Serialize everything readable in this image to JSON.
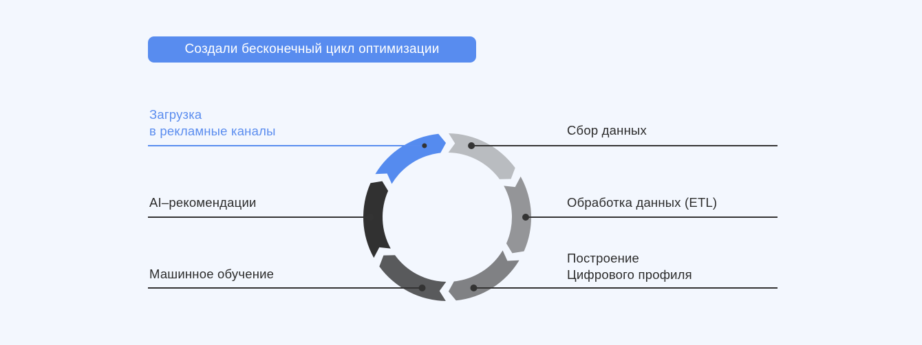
{
  "title": "Создали бесконечный цикл оптимизации",
  "colors": {
    "accent": "#588cef",
    "line": "#333333",
    "background": "#f3f7fe"
  },
  "stages": [
    {
      "lines": [
        "Сбор данных"
      ],
      "side": "right",
      "color": "#b9bcc0"
    },
    {
      "lines": [
        "Обработка данных (ETL)"
      ],
      "side": "right",
      "color": "#949598"
    },
    {
      "lines": [
        "Построение",
        "Цифрового профиля"
      ],
      "side": "right",
      "color": "#808184"
    },
    {
      "lines": [
        "Машинное обучение"
      ],
      "side": "left",
      "color": "#595a5c"
    },
    {
      "lines": [
        "AI–рекомендации"
      ],
      "side": "left",
      "color": "#313131"
    },
    {
      "lines": [
        "Загрузка",
        "в рекламные каналы"
      ],
      "side": "left",
      "color": "#558bef",
      "highlight": true
    }
  ]
}
